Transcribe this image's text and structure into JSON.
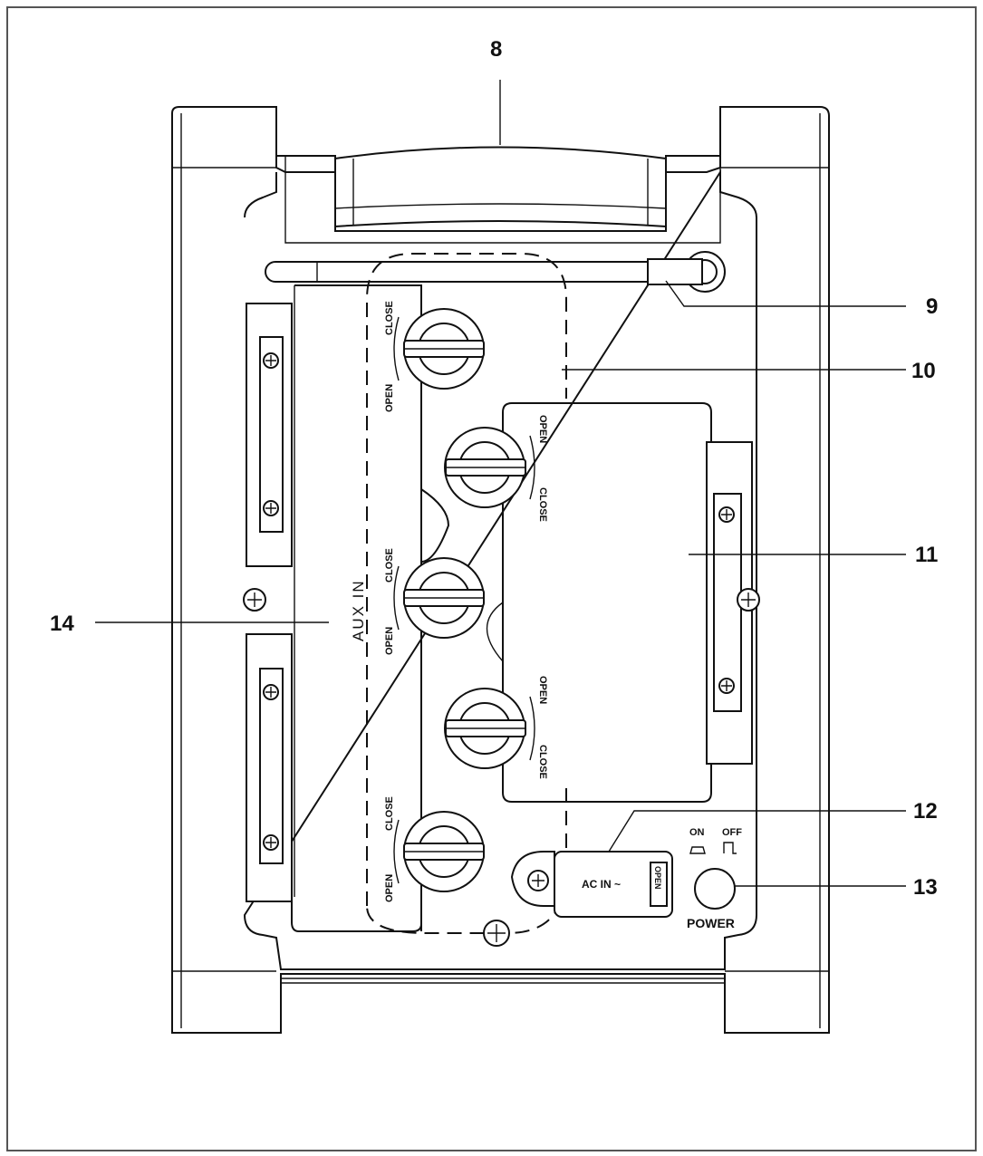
{
  "callouts": {
    "c8": "8",
    "c9": "9",
    "c10": "10",
    "c11": "11",
    "c12": "12",
    "c13": "13",
    "c14": "14"
  },
  "labels": {
    "aux_in": "AUX IN",
    "ac_in": "AC IN ~",
    "ac_open": "OPEN",
    "power": "POWER",
    "on": "ON",
    "off": "OFF",
    "open": "OPEN",
    "close": "CLOSE"
  }
}
